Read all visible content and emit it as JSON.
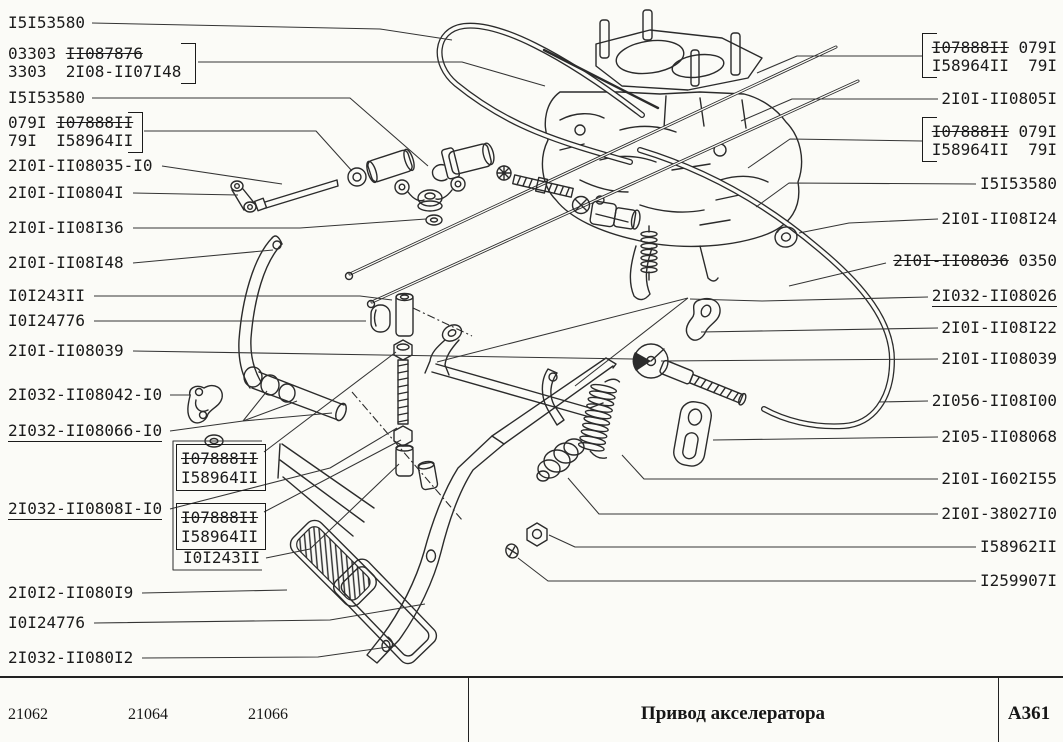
{
  "page": {
    "kind": "parts-catalog-plate",
    "caption": "Привод акселератора",
    "plate_code": "А361"
  },
  "footer": {
    "zones": [
      "21062",
      "21064",
      "21066"
    ],
    "title": "Привод акселератора",
    "code": "А361"
  },
  "labels": {
    "left": [
      {
        "segs": [
          {
            "t": "I5I53580"
          }
        ]
      },
      {
        "segs": [
          {
            "t": "03303 "
          },
          {
            "t": "II087876",
            "s": 1
          }
        ]
      },
      {
        "segs": [
          {
            "t": "3303  2I08-II07I48"
          }
        ]
      },
      {
        "segs": [
          {
            "t": "I5I53580"
          }
        ]
      },
      {
        "segs": [
          {
            "t": "079I "
          },
          {
            "t": "I07888II",
            "s": 1
          }
        ]
      },
      {
        "segs": [
          {
            "t": "79I  I58964II"
          }
        ]
      },
      {
        "segs": [
          {
            "t": "2I0I-II08035-I0"
          }
        ]
      },
      {
        "segs": [
          {
            "t": "2I0I-II0804I"
          }
        ]
      },
      {
        "segs": [
          {
            "t": "2I0I-II08I36"
          }
        ]
      },
      {
        "segs": [
          {
            "t": "2I0I-II08I48"
          }
        ]
      },
      {
        "segs": [
          {
            "t": "I0I243II"
          }
        ]
      },
      {
        "segs": [
          {
            "t": "I0I24776"
          }
        ]
      },
      {
        "segs": [
          {
            "t": "2I0I-II08039"
          }
        ]
      },
      {
        "segs": [
          {
            "t": "2I032-II08042-I0"
          }
        ]
      },
      {
        "segs": [
          {
            "t": "2I032-II08066-I0"
          }
        ],
        "u": 1
      },
      {
        "segs": [
          {
            "t": "I07888II",
            "s": 1
          }
        ]
      },
      {
        "segs": [
          {
            "t": "I58964II"
          }
        ]
      },
      {
        "segs": [
          {
            "t": "2I032-II0808I-I0"
          }
        ],
        "u": 1
      },
      {
        "segs": [
          {
            "t": "I07888II",
            "s": 1
          }
        ]
      },
      {
        "segs": [
          {
            "t": "I58964II"
          }
        ]
      },
      {
        "segs": [
          {
            "t": "I0I243II"
          }
        ]
      },
      {
        "segs": [
          {
            "t": "2I0I2-II080I9"
          }
        ]
      },
      {
        "segs": [
          {
            "t": "I0I24776"
          }
        ]
      },
      {
        "segs": [
          {
            "t": "2I032-II080I2"
          }
        ]
      }
    ],
    "right": [
      {
        "segs": [
          {
            "t": "I07888II",
            "s": 1
          },
          {
            "t": " 079I"
          }
        ]
      },
      {
        "segs": [
          {
            "t": "I58964II  79I"
          }
        ]
      },
      {
        "segs": [
          {
            "t": "2I0I-II0805I"
          }
        ]
      },
      {
        "segs": [
          {
            "t": "I07888II",
            "s": 1
          },
          {
            "t": " 079I"
          }
        ]
      },
      {
        "segs": [
          {
            "t": "I58964II  79I"
          }
        ]
      },
      {
        "segs": [
          {
            "t": "I5I53580"
          }
        ]
      },
      {
        "segs": [
          {
            "t": "2I0I-II08I24"
          }
        ]
      },
      {
        "segs": [
          {
            "t": "2I0I-II08036",
            "s": 1
          },
          {
            "t": " 0350"
          }
        ]
      },
      {
        "segs": [
          {
            "t": "2I032-II08026"
          }
        ],
        "u": 1
      },
      {
        "segs": [
          {
            "t": "2I0I-II08I22"
          }
        ]
      },
      {
        "segs": [
          {
            "t": "2I0I-II08039"
          }
        ]
      },
      {
        "segs": [
          {
            "t": "2I056-II08I00"
          }
        ]
      },
      {
        "segs": [
          {
            "t": "2I05-II08068"
          }
        ]
      },
      {
        "segs": [
          {
            "t": "2I0I-I602I55"
          }
        ]
      },
      {
        "segs": [
          {
            "t": "2I0I-38027I0"
          }
        ]
      },
      {
        "segs": [
          {
            "t": "I58962II"
          }
        ]
      },
      {
        "segs": [
          {
            "t": "I259907I"
          }
        ]
      }
    ]
  },
  "drawing": {
    "parts": [
      "carburetor",
      "throttle-cable-loop",
      "cable-housing-arc",
      "return-spring",
      "small-spring",
      "boot",
      "accelerator-pedal",
      "pedal-pad",
      "pedal-lever",
      "link-rods",
      "brackets",
      "nuts-washers-bushings"
    ]
  }
}
